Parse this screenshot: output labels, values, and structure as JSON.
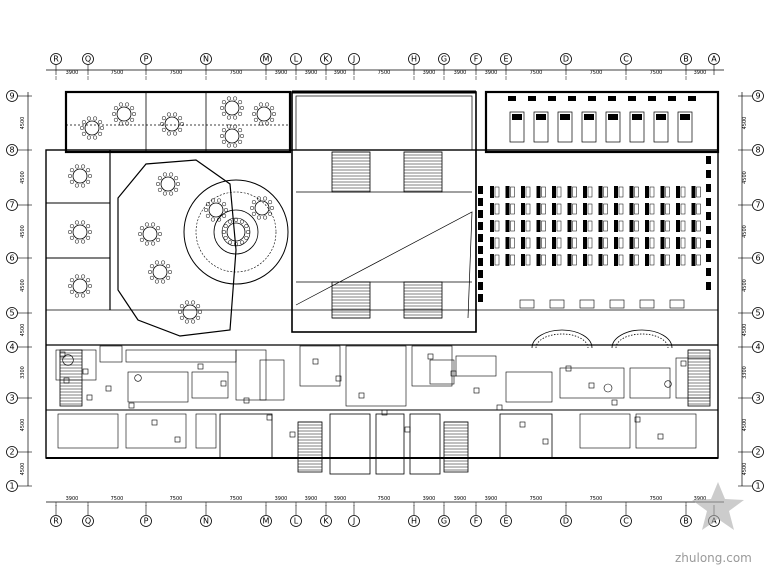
{
  "drawing": {
    "column_axes": [
      "R",
      "Q",
      "P",
      "N",
      "M",
      "L",
      "K",
      "J",
      "H",
      "G",
      "F",
      "E",
      "D",
      "C",
      "B",
      "A"
    ],
    "row_axes": [
      "9",
      "8",
      "7",
      "6",
      "5",
      "4",
      "3",
      "2",
      "1"
    ],
    "top_dimensions": [
      "3900",
      "7500",
      "7500",
      "7500",
      "3900",
      "3900",
      "3900",
      "7500",
      "3900",
      "3900",
      "3900",
      "7500",
      "7500",
      "7500",
      "3900"
    ],
    "bottom_dimensions": [
      "3900",
      "7500",
      "7500",
      "7500",
      "3900",
      "3900",
      "3900",
      "7500",
      "3900",
      "3900",
      "3900",
      "7500",
      "7500",
      "7500",
      "3900"
    ],
    "side_dimensions": [
      "4500",
      "4500",
      "4500",
      "4500",
      "4500",
      "3300",
      "4500",
      "4500"
    ]
  },
  "watermark": {
    "text": "zhulong.com",
    "logo": "zhulong-logo"
  }
}
